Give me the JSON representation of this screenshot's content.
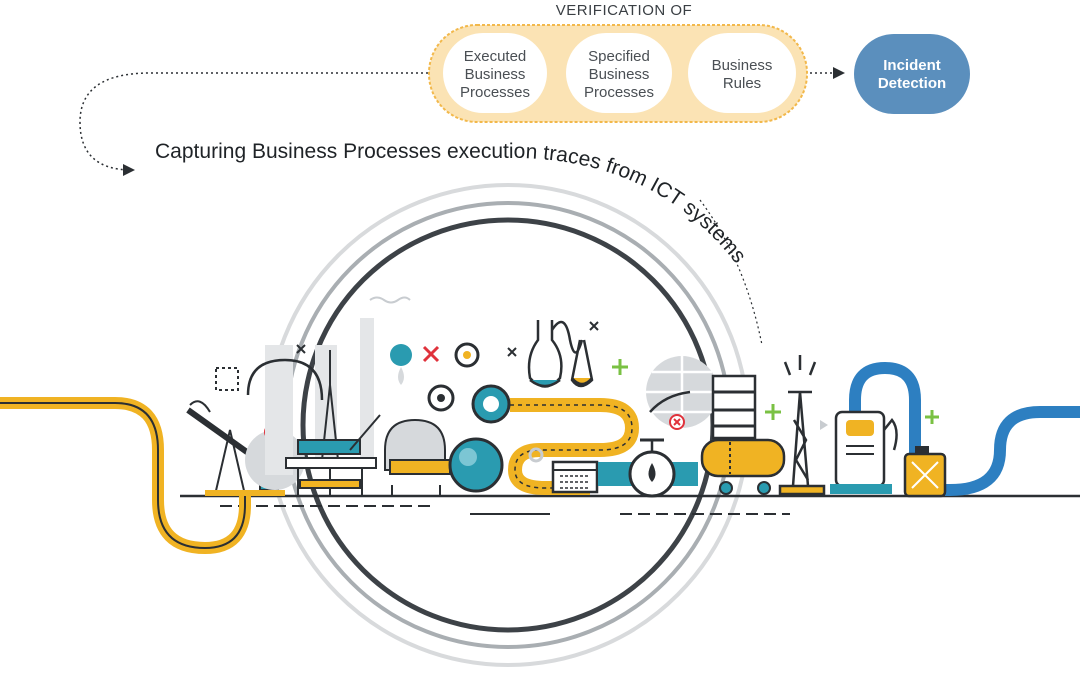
{
  "header": {
    "verification_title": "VERIFICATION OF"
  },
  "verification_items": [
    {
      "line1": "Executed",
      "line2": "Business",
      "line3": "Processes"
    },
    {
      "line1": "Specified",
      "line2": "Business",
      "line3": "Processes"
    },
    {
      "line1": "Business",
      "line2": "Rules"
    }
  ],
  "result": {
    "line1": "Incident",
    "line2": "Detection"
  },
  "capture_caption": "Capturing Business Processes execution traces from ICT systems",
  "colors": {
    "accent_orange": "#f2b84b",
    "box_fill": "#fbe3b4",
    "result_blue": "#5b8fbd",
    "pipe_yellow": "#f0b323",
    "pipe_blue": "#2d7fc1",
    "teal": "#2a9bb0",
    "dark": "#2b2f33",
    "gray": "#c8ccd0",
    "red": "#e0323c",
    "green": "#7ac143"
  },
  "icons": [
    "pumpjack-icon",
    "storage-tank-icon",
    "offshore-platform-icon",
    "refinery-tower-icon",
    "droplet-icon",
    "close-icon",
    "gear-icon",
    "flask-icon",
    "calendar-icon",
    "valve-icon",
    "globe-icon",
    "barrel-icon",
    "tanker-truck-icon",
    "transmission-tower-icon",
    "fuel-pump-icon",
    "jerrycan-icon",
    "plus-icon"
  ]
}
